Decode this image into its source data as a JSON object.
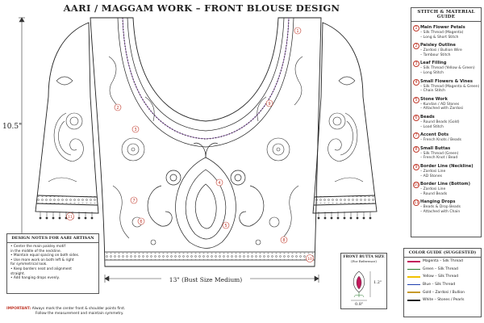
{
  "title": "AARI / MAGGAM WORK – FRONT BLOUSE DESIGN",
  "dimensions": {
    "height_label": "10.5\"",
    "width_label": "13\" (Bust Size Medium)"
  },
  "markers": [
    "1",
    "2",
    "3",
    "4",
    "5",
    "6",
    "7",
    "8",
    "9",
    "10",
    "11"
  ],
  "stitch_guide": {
    "heading": "STITCH & MATERIAL GUIDE",
    "items": [
      {
        "num": "1",
        "title": "Main Flower Petals",
        "subs": [
          "– Silk Thread (Magenta)",
          "– Long & Short Stitch"
        ]
      },
      {
        "num": "2",
        "title": "Paisley Outline",
        "subs": [
          "– Zardosi / Bullion Wire",
          "– Tambour Stitch"
        ]
      },
      {
        "num": "3",
        "title": "Leaf Filling",
        "subs": [
          "– Silk Thread (Yellow & Green)",
          "– Long Stitch"
        ]
      },
      {
        "num": "4",
        "title": "Small Flowers & Vines",
        "subs": [
          "– Silk Thread (Magenta & Green)",
          "– Chain Stitch"
        ]
      },
      {
        "num": "5",
        "title": "Stone Work",
        "subs": [
          "– Kundan / AD Stones",
          "– Attached with Zardosi"
        ]
      },
      {
        "num": "6",
        "title": "Beads",
        "subs": [
          "– Round Beads (Gold)",
          "– Load Stitch"
        ]
      },
      {
        "num": "7",
        "title": "Accent Dots",
        "subs": [
          "– French Knots / Beads"
        ]
      },
      {
        "num": "8",
        "title": "Small Buttas",
        "subs": [
          "– Silk Thread (Green)",
          "– French Knot / Bead"
        ]
      },
      {
        "num": "9",
        "title": "Border Line (Neckline)",
        "subs": [
          "– Zardosi Line",
          "– AD Stones"
        ]
      },
      {
        "num": "10",
        "title": "Border Line (Bottom)",
        "subs": [
          "– Zardosi Line",
          "– Round Beads"
        ]
      },
      {
        "num": "11",
        "title": "Hanging Drops",
        "subs": [
          "– Beads & Drop Beads",
          "– Attached with Chain"
        ]
      }
    ]
  },
  "notes": {
    "heading": "DESIGN NOTES FOR AARI ARTISAN",
    "items": [
      "• Center the main paisley motif",
      "  in the middle of the neckline.",
      "• Maintain equal spacing on both sides.",
      "• Use more work on both left & right",
      "  for symmetrical look.",
      "• Keep borders neat and alignment",
      "  straight.",
      "• Add hanging drops evenly."
    ]
  },
  "important": {
    "label": "IMPORTANT:",
    "line1": "Always mark the center front & shoulder points first.",
    "line2": "Follow the measurement and maintain symmetry."
  },
  "butta": {
    "heading": "FRONT BUTTA SIZE",
    "sub": "(For Reference)",
    "height": "1.2\"",
    "width": "0.8\""
  },
  "color_guide": {
    "heading": "COLOR GUIDE (SUGGESTED)",
    "items": [
      {
        "label": "Magenta – Silk Thread",
        "color": "#c2185b"
      },
      {
        "label": "Green – Silk Thread",
        "color": "#2e7d32"
      },
      {
        "label": "Yellow – Silk Thread",
        "color": "#f2c200"
      },
      {
        "label": "Blue – Silk Thread",
        "color": "#1e3fae"
      },
      {
        "label": "Gold – Zardosi / Bullion",
        "color": "#c79a2a"
      },
      {
        "label": "White – Stones / Pearls",
        "color": "#222222"
      }
    ]
  },
  "colors": {
    "marker": "#c0392b",
    "ink": "#222222",
    "neckline_accent": "#7b3fa0"
  }
}
